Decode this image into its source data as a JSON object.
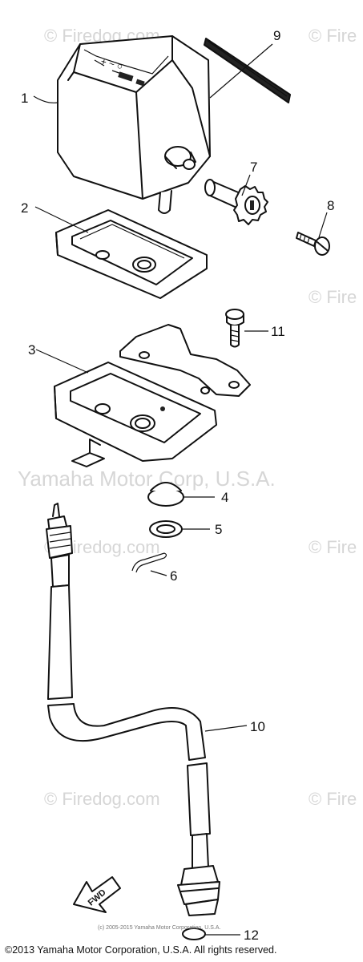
{
  "watermarks": {
    "firedog": "© Firedog.com",
    "fire_fragment": "© Fire",
    "yamaha": "Yamaha Motor Corp, U.S.A."
  },
  "callouts": [
    {
      "id": "1",
      "label": "1"
    },
    {
      "id": "2",
      "label": "2"
    },
    {
      "id": "3",
      "label": "3"
    },
    {
      "id": "4",
      "label": "4"
    },
    {
      "id": "5",
      "label": "5"
    },
    {
      "id": "6",
      "label": "6"
    },
    {
      "id": "7",
      "label": "7"
    },
    {
      "id": "8",
      "label": "8"
    },
    {
      "id": "9",
      "label": "9"
    },
    {
      "id": "10",
      "label": "10"
    },
    {
      "id": "11",
      "label": "11"
    },
    {
      "id": "12",
      "label": "12"
    }
  ],
  "fwd_label": "FWD",
  "copyright_small": "(c) 2005-2015 Yamaha Motor Corporation, U.S.A.",
  "footer": "©2013 Yamaha Motor Corporation, U.S.A. All rights reserved.",
  "colors": {
    "line": "#111111",
    "watermark": "#d6d6d6",
    "background": "#ffffff"
  }
}
